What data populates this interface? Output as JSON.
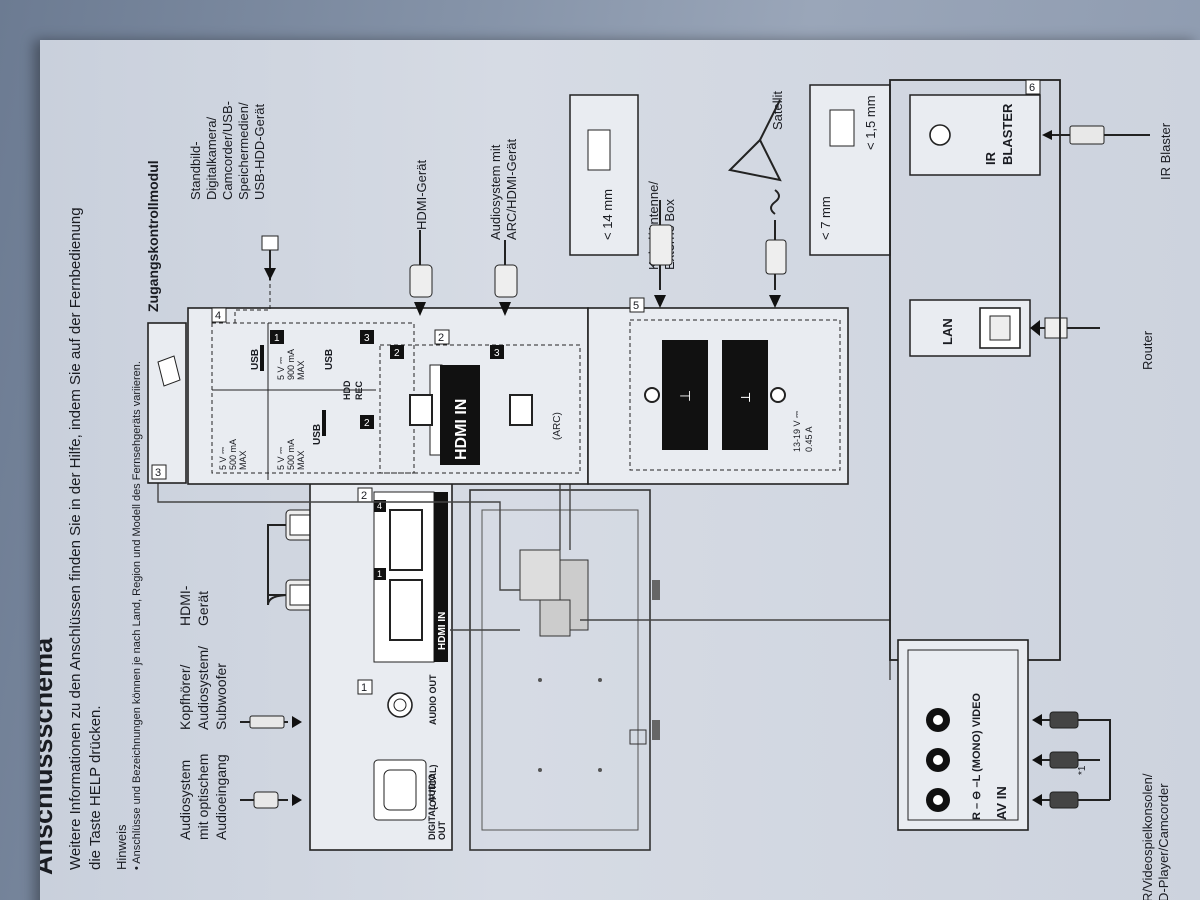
{
  "document": {
    "title": "Anschlussschema",
    "intro_line1": "Weitere Informationen zu den Anschlüssen finden Sie in der Hilfe, indem Sie auf der Fernbedienung",
    "intro_line2": "die Taste HELP drücken.",
    "hint_heading": "Hinweis",
    "hint_text": "• Anschlüsse und Bezeichnungen können je nach Land, Region und Modell des Fernsehgeräts variieren."
  },
  "devices": {
    "optical_audio": [
      "Audiosystem",
      "mit optischem",
      "Audioeingang"
    ],
    "headphones": [
      "Kopfhörer/",
      "Audiosystem/",
      "Subwoofer"
    ],
    "hdmi_device_left": [
      "HDMI-",
      "Gerät"
    ],
    "access_module": "Zugangskontrollmodul",
    "camera": [
      "Standbild-",
      "Digitalkamera/",
      "Camcorder/USB-",
      "Speichermedien/",
      "USB-HDD-Gerät"
    ],
    "hdmi_device": "HDMI-Gerät",
    "arc_audio": [
      "Audiosystem mit",
      "ARC/HDMI-Gerät"
    ],
    "cable_box": [
      "Kabel/Antenne/",
      "Externe Box"
    ],
    "satellite": "Satellit",
    "router": "Router",
    "ir_blaster": "IR Blaster",
    "vcr": [
      "VCR/Videospielkonsolen/",
      "DVD-Player/Camcorder"
    ]
  },
  "panel1": {
    "num": "1",
    "digital_audio": [
      "DIGITAL AUDIO",
      "OUT"
    ],
    "optical": "(OPTICAL)",
    "audio_out": "AUDIO OUT"
  },
  "panel2_left": {
    "num": "2",
    "port_a": "1",
    "port_b": "4",
    "hdmi_in": "HDMI IN"
  },
  "panel3": {
    "num": "3"
  },
  "panel4": {
    "num": "4",
    "usb1": [
      "5 V ⎓",
      "500 mA",
      "MAX",
      "USB",
      "1"
    ],
    "usb2": [
      "5 V ⎓",
      "500 mA",
      "MAX",
      "USB",
      "2"
    ],
    "usb3": [
      "5 V ⎓",
      "900 mA",
      "MAX",
      "USB",
      "HDD",
      "REC",
      "3"
    ]
  },
  "panel2_right": {
    "num": "2",
    "port_2": "2",
    "port_3": "3",
    "hdmi_in": "HDMI IN",
    "arc": "(ARC)"
  },
  "panel5": {
    "num": "5",
    "lnb": [
      "13-19 V ⎓",
      "0.45 A"
    ]
  },
  "cable_spec": {
    "max": "< 14 mm"
  },
  "sat_spec": {
    "a": "< 7 mm",
    "b": "< 1,5 mm"
  },
  "lan": {
    "label": "LAN"
  },
  "panel6": {
    "num": "6",
    "ir": [
      "IR",
      "BLASTER"
    ]
  },
  "av_in": {
    "label": "AV IN",
    "channels": "R – ⊖ –L (MONO) VIDEO",
    "footnote": "*1"
  }
}
